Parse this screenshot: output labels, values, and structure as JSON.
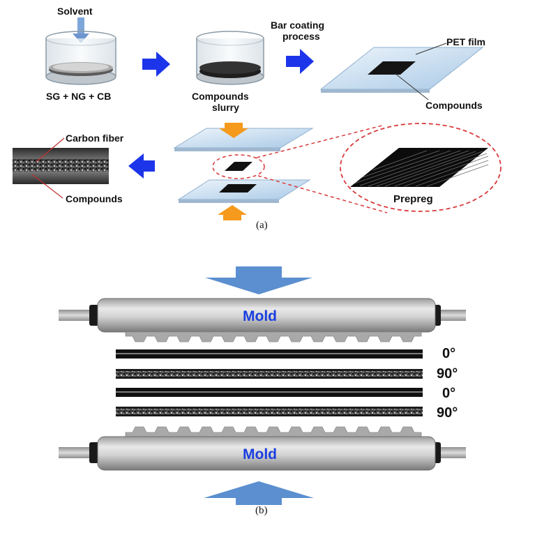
{
  "panel_a": {
    "solvent": "Solvent",
    "mixture": "SG + NG + CB",
    "slurry_line1": "Compounds",
    "slurry_line2": "slurry",
    "bar_coating_line1": "Bar coating",
    "bar_coating_line2": "process",
    "pet_film": "PET film",
    "compounds_on_film": "Compounds",
    "carbon_fiber": "Carbon fiber",
    "compounds_cross": "Compounds",
    "prepreg": "Prepreg",
    "caption": "(a)"
  },
  "panel_b": {
    "mold_top": "Mold",
    "mold_bottom": "Mold",
    "layers": [
      "0°",
      "90°",
      "0°",
      "90°"
    ],
    "caption": "(b)"
  },
  "colors": {
    "arrow_blue": "#1d35ea",
    "arrow_orange": "#f59a1c",
    "press_arrow": "#5b8fd0",
    "mold_text": "#1a3fe0",
    "dashed_red": "#d9383a"
  }
}
